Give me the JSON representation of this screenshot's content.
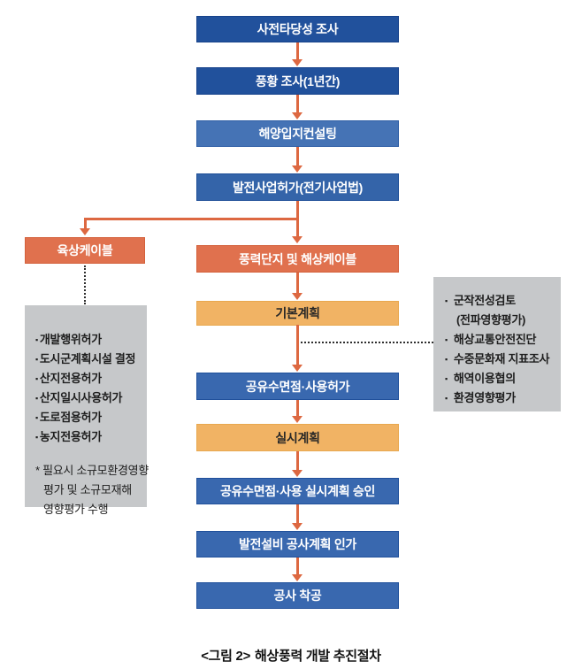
{
  "palette": {
    "dark_blue": "#21519c",
    "mid_blue": "#3464a9",
    "light_blue": "#4573b5",
    "blue": "#3968af",
    "orange": "#e0714e",
    "yellow": "#f1b364",
    "gray_note": "#c6c8ca",
    "arrow": "#dd6841"
  },
  "bullet": "▪",
  "flow": {
    "pre_feasibility": "사전타당성 조사",
    "wind_survey": "풍황 조사(1년간)",
    "marine_consulting": "해양입지컨설팅",
    "business_license": "발전사업허가(전기사업법)",
    "onshore_cable": "육상케이블",
    "wind_farm_cable": "풍력단지 및 해상케이블",
    "basic_plan": "기본계획",
    "public_water_permit": "공유수면점·사용허가",
    "implementation_plan": "실시계획",
    "implementation_approval": "공유수면점·사용 실시계획 승인",
    "construction_plan_approval": "발전설비 공사계획 인가",
    "construction_start": "공사 착공"
  },
  "onshore_permits": {
    "items": [
      "개발행위허가",
      "도시군계획시설 결정",
      "산지전용허가",
      "산지일시사용허가",
      "도로점용허가",
      "농지전용허가"
    ],
    "footnote_lines": [
      "* 필요시 소규모환경영향",
      "평가 및 소규모재해",
      "영향평가 수행"
    ]
  },
  "basic_plan_reviews": {
    "items": [
      "군작전성검토",
      "(전파영향평가)",
      "해상교통안전진단",
      "수중문화재 지표조사",
      "해역이용협의",
      "환경영향평가"
    ]
  },
  "caption": {
    "prefix": "<그림 2>",
    "title": "해상풍력 개발 추진절차"
  }
}
